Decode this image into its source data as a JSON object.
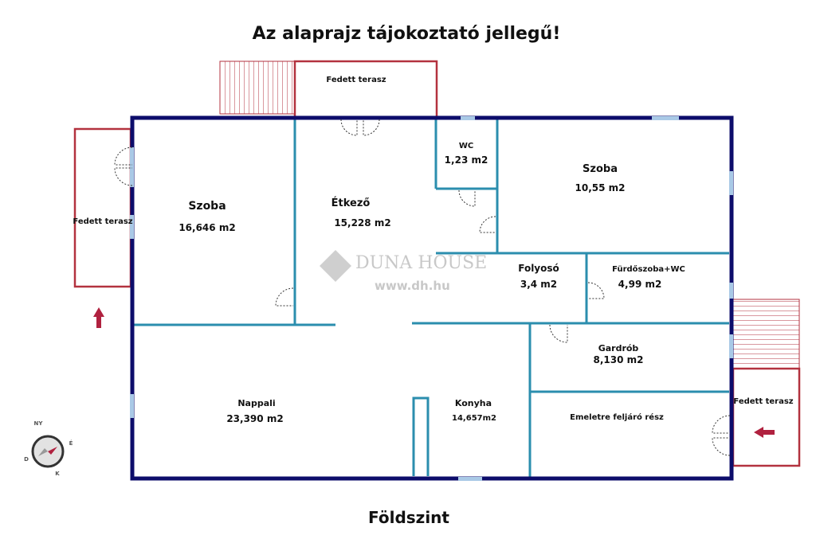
{
  "title": "Az alaprajz tájokoztató jellegű!",
  "floor_label": "Földszint",
  "watermark": {
    "brand": "DUNA HOUSE",
    "url": "www.dh.hu"
  },
  "compass": {
    "n": "É",
    "e": "K",
    "s": "D",
    "w": "NY"
  },
  "rooms": {
    "terrace_top": {
      "name": "Fedett terasz"
    },
    "terrace_left": {
      "name": "Fedett terasz"
    },
    "terrace_right": {
      "name": "Fedett terasz"
    },
    "wc": {
      "name": "WC",
      "area": "1,23 m2"
    },
    "bedroom_right": {
      "name": "Szoba",
      "area": "10,55 m2"
    },
    "bedroom_left": {
      "name": "Szoba",
      "area": "16,646 m2"
    },
    "dining": {
      "name": "Étkező",
      "area": "15,228 m2"
    },
    "hallway": {
      "name": "Folyosó",
      "area": "3,4 m2"
    },
    "bathroom": {
      "name": "Fürdőszoba+WC",
      "area": "4,99 m2"
    },
    "wardrobe": {
      "name": "Gardrób",
      "area": "8,130 m2"
    },
    "living": {
      "name": "Nappali",
      "area": "23,390 m2"
    },
    "kitchen": {
      "name": "Konyha",
      "area": "14,657m2"
    },
    "stairs_area": {
      "name": "Emeletre feljáró rész"
    }
  },
  "colors": {
    "outer_wall": "#0d0d6b",
    "inner_wall": "#2b8eae",
    "terrace": "#b3323f",
    "window": "#a9c9e6",
    "arrow": "#b0213f"
  }
}
